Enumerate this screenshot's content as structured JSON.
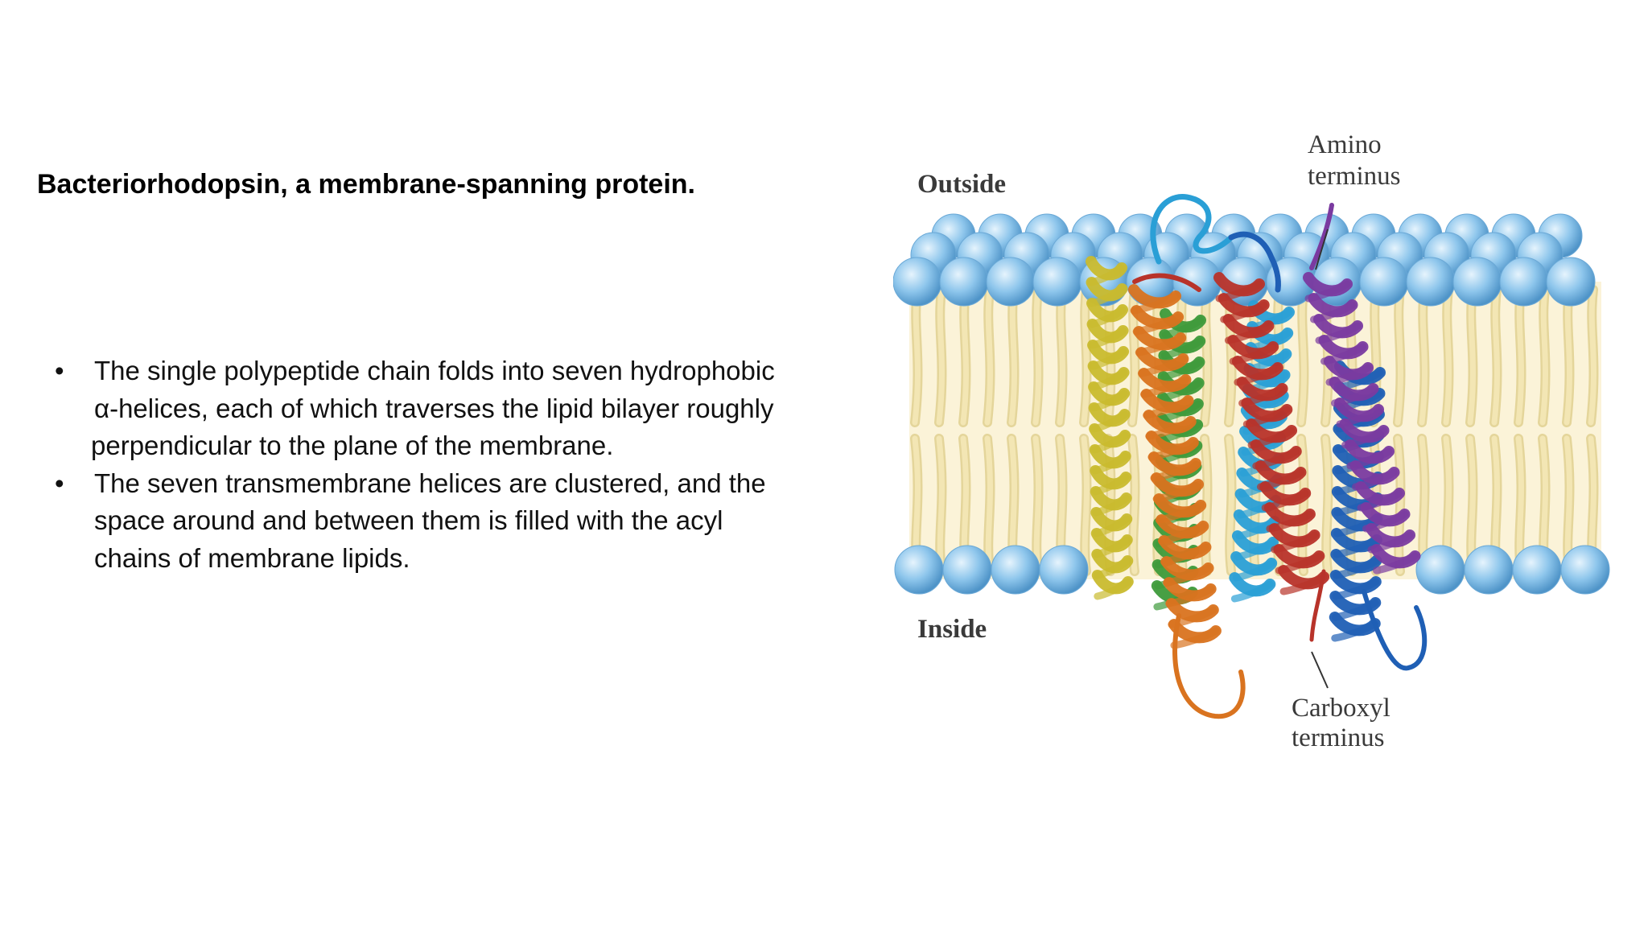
{
  "slide": {
    "title": "Bacteriorhodopsin, a membrane-spanning protein.",
    "bullets": [
      {
        "lines": [
          "The single polypeptide chain folds into seven hydrophobic",
          "α-helices, each of which traverses the lipid bilayer roughly",
          "perpendicular to the plane of the membrane."
        ]
      },
      {
        "lines": [
          "The seven transmembrane helices are clustered, and the",
          "space around and between them is filled with the acyl",
          "chains of membrane lipids."
        ]
      }
    ]
  },
  "diagram": {
    "labels": {
      "outside": "Outside",
      "inside": "Inside",
      "amino_1": "Amino",
      "amino_2": "terminus",
      "carboxyl_1": "Carboxyl",
      "carboxyl_2": "terminus"
    },
    "colors": {
      "lipid_head": "#8ec6ec",
      "lipid_tail": "#f3e6b4",
      "bilayer_bg": "#fbf3d8",
      "helix_yellow": "#c9bb2e",
      "helix_orange": "#d9731f",
      "helix_green": "#3d9a3a",
      "helix_red": "#b8332a",
      "helix_light_blue": "#2a9fd6",
      "helix_blue": "#1f5fb5",
      "helix_purple": "#7a3aa0"
    }
  }
}
